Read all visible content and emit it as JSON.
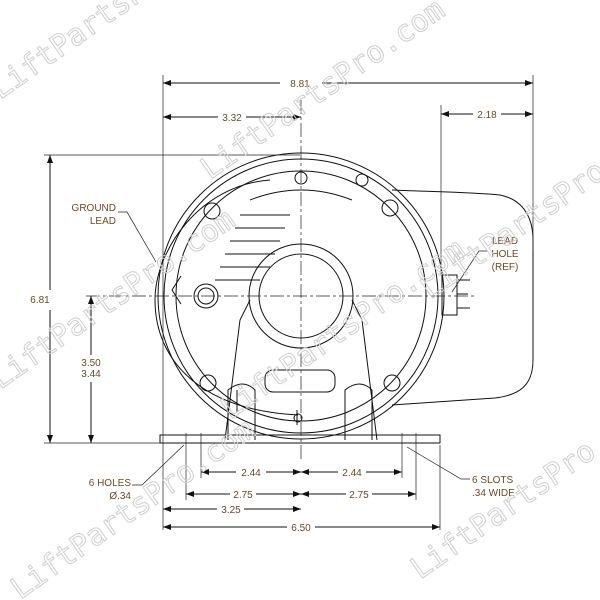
{
  "dimensions": {
    "overall_length": "8.81",
    "shaft_to_face": "3.32",
    "rear_extension": "2.18",
    "overall_height": "6.81",
    "shaft_height_max": "3.50",
    "shaft_height_min": "3.44",
    "inner_hole_spacing_left": "2.44",
    "inner_hole_spacing_right": "2.44",
    "outer_hole_spacing_left": "2.75",
    "outer_hole_spacing_right": "2.75",
    "half_base_width": "3.25",
    "base_width": "6.50"
  },
  "callouts": {
    "ground_lead_line1": "GROUND",
    "ground_lead_line2": "LEAD",
    "lead_hole_line1": "LEAD",
    "lead_hole_line2": "HOLE",
    "lead_hole_line3": "(REF)",
    "holes_line1": "6 HOLES",
    "holes_line2": "Ø.34",
    "slots_line1": "6 SLOTS",
    "slots_line2": ".34 WIDE"
  },
  "watermark": "LiftPartsPro.com",
  "colors": {
    "dimension_text": "#6b4a22",
    "linework": "#111111",
    "watermark": "#cfcfcf"
  }
}
